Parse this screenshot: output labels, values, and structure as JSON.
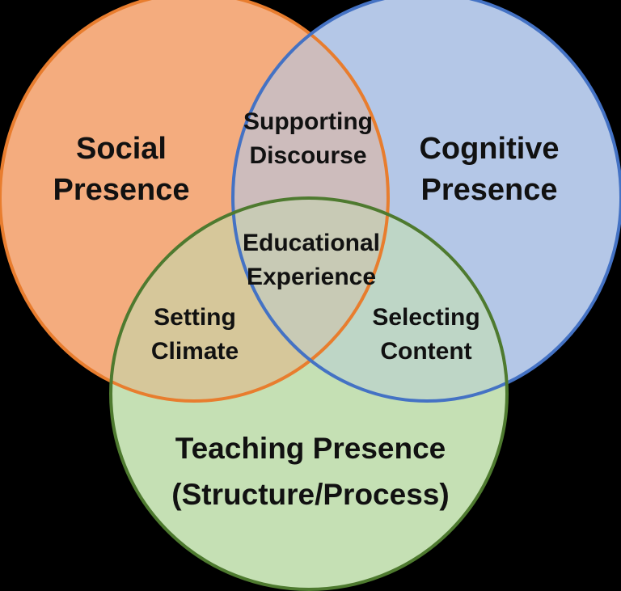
{
  "figure": {
    "type": "venn-diagram",
    "background": "#000000",
    "text_color": "#111111",
    "regions": {
      "social": {
        "line1": "Social",
        "line2": "Presence",
        "fill": "#F4AC7E",
        "stroke": "#E87D2E"
      },
      "cognitive": {
        "line1": "Cognitive",
        "line2": "Presence",
        "fill": "#B4C7E7",
        "stroke": "#4472C4"
      },
      "teaching": {
        "line1": "Teaching Presence",
        "line2": "(Structure/Process)",
        "fill": "#C5E0B4",
        "stroke": "#4E7A2F"
      },
      "social_cognitive": {
        "line1": "Supporting",
        "line2": "Discourse",
        "fill": "#CDBCBC"
      },
      "social_teaching": {
        "line1": "Setting",
        "line2": "Climate",
        "fill": "#D6C79A"
      },
      "cognitive_teaching": {
        "line1": "Selecting",
        "line2": "Content",
        "fill": "#BED6C6"
      },
      "center": {
        "line1": "Educational",
        "line2": "Experience",
        "fill": "#C8CAB5"
      }
    }
  }
}
